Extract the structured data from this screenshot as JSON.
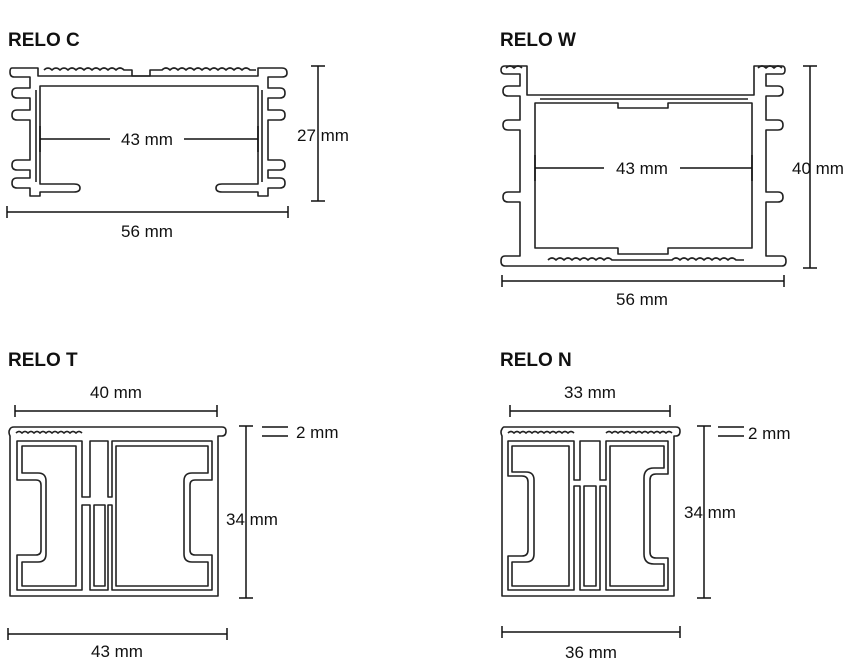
{
  "profiles": {
    "relo_c": {
      "title": "RELO C",
      "inner_width": "43 mm",
      "height": "27 mm",
      "outer_width": "56 mm"
    },
    "relo_w": {
      "title": "RELO W",
      "inner_width": "43 mm",
      "height": "40 mm",
      "outer_width": "56 mm"
    },
    "relo_t": {
      "title": "RELO T",
      "top_width": "40 mm",
      "thickness": "2 mm",
      "height": "34 mm",
      "bottom_width": "43 mm"
    },
    "relo_n": {
      "title": "RELO N",
      "top_width": "33 mm",
      "thickness": "2 mm",
      "height": "34 mm",
      "bottom_width": "36 mm"
    }
  }
}
